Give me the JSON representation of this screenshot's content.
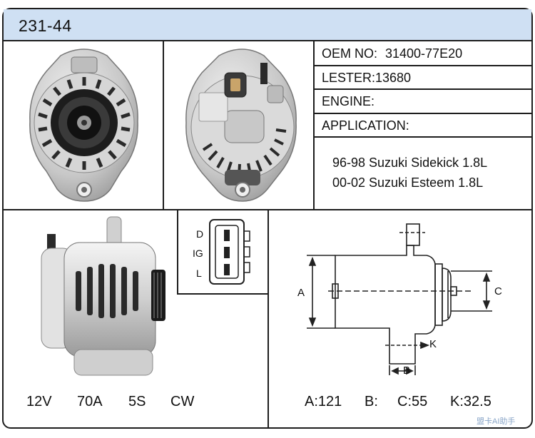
{
  "header": {
    "part_number": "231-44"
  },
  "specs": {
    "oem_label": "OEM NO:",
    "oem_value": "31400-77E20",
    "lester_label": "LESTER:",
    "lester_value": "13680",
    "engine_label": "ENGINE:",
    "engine_value": "",
    "application_label": "APPLICATION:",
    "applications": [
      "96-98 Suzuki Sidekick 1.8L",
      "00-02 Suzuki Esteem 1.8L"
    ]
  },
  "plug": {
    "pins": [
      "D",
      "IG",
      "L"
    ]
  },
  "ratings": {
    "voltage": "12V",
    "amperage": "70A",
    "pulley": "5S",
    "rotation": "CW"
  },
  "dimensions": {
    "letters": {
      "a": "A",
      "b": "B",
      "c": "C",
      "k": "K"
    },
    "a": "A:121",
    "b": "B:",
    "c": "C:55",
    "k": "K:32.5"
  },
  "watermark": "盟卡AI助手"
}
